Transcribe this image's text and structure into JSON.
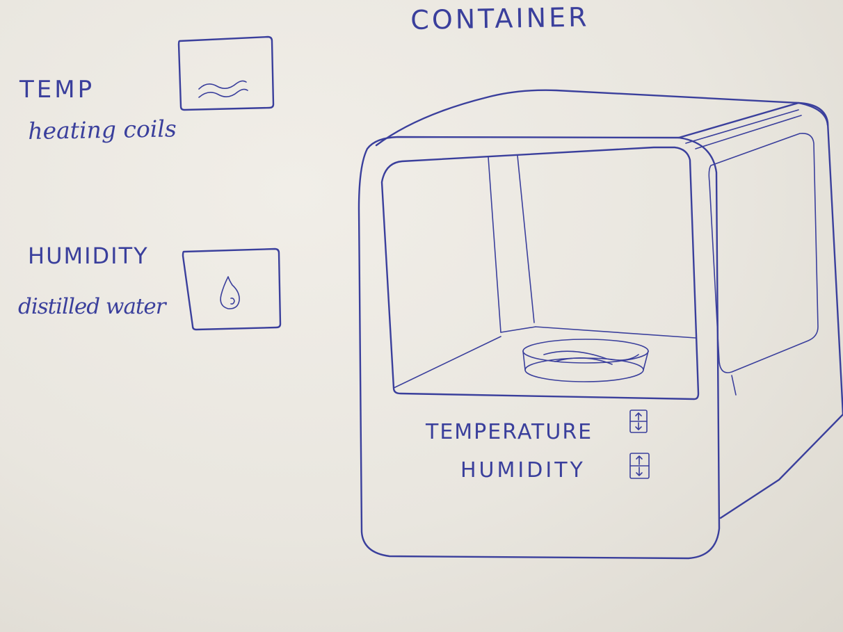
{
  "title": "CONTAINER",
  "heating": {
    "label": "TEMP",
    "sublabel": "heating coils",
    "icon": "heat-wave-icon"
  },
  "humidifier": {
    "label": "HUMIDITY",
    "sublabel": "distilled water",
    "icon": "water-drop-icon"
  },
  "controls": {
    "temperature_label": "TEMPERATURE",
    "humidity_label": "HUMIDITY",
    "stepper_icon": "up-down-arrows-icon"
  },
  "ink_color": "#3a3f9c"
}
